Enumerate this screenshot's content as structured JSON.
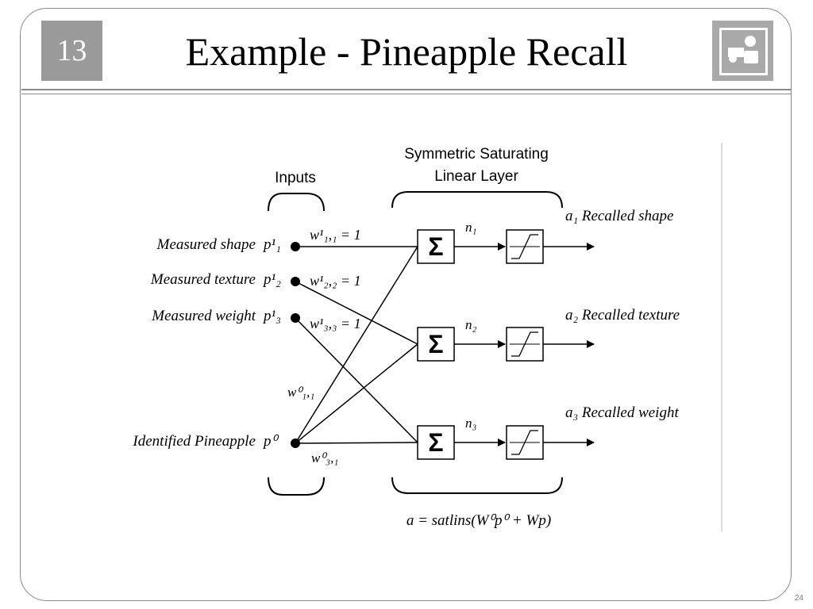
{
  "slide": {
    "chapter": "13",
    "title": "Example - Pineapple Recall",
    "page_number": "24"
  },
  "diagram": {
    "inputs_label": "Inputs",
    "layer_label_line1": "Symmetric Saturating",
    "layer_label_line2": "Linear Layer",
    "input_labels": [
      "Measured shape",
      "Measured texture",
      "Measured weight",
      "Identified Pineapple"
    ],
    "input_symbols": [
      "p¹₁",
      "p¹₂",
      "p¹₃",
      "p⁰"
    ],
    "weights": [
      "w¹₁,₁ = 1",
      "w¹₂,₂ = 1",
      "w¹₃,₃ = 1"
    ],
    "pineapple_weights": [
      "w⁰₁,₁",
      "w⁰₃,₁"
    ],
    "summer_symbol": "Σ",
    "net_inputs": [
      "n₁",
      "n₂",
      "n₃"
    ],
    "outputs": [
      "a₁ Recalled shape",
      "a₂ Recalled texture",
      "a₃ Recalled weight"
    ],
    "equation": "a = satlins(W⁰p⁰ + Wp)"
  }
}
